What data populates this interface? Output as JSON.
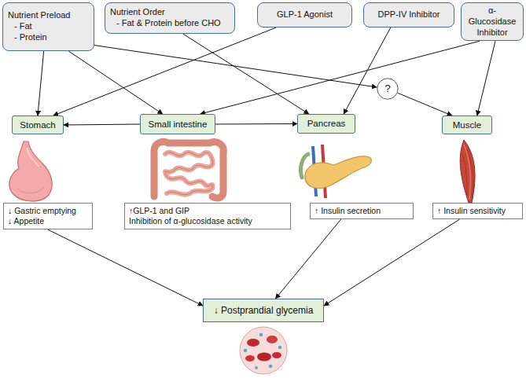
{
  "diagram": {
    "nodes": [
      {
        "text": [
          "Nutrient Preload",
          "- Fat",
          "- Protein"
        ]
      },
      {
        "text": [
          "Nutrient Order",
          "- Fat & Protein before CHO"
        ]
      },
      {
        "text": [
          "GLP-1 Agonist"
        ]
      },
      {
        "text": [
          "DPP-IV Inhibitor"
        ]
      },
      {
        "text": [
          "α-Glucosidase Inhibitor"
        ]
      },
      {
        "text": [
          "Stomach"
        ]
      },
      {
        "text": [
          "Small intestine"
        ]
      },
      {
        "text": [
          "Pancreas"
        ]
      },
      {
        "text": [
          "Muscle"
        ]
      },
      {
        "text": [
          "?"
        ]
      },
      {
        "text": [
          "↓ Gastric emptying",
          "↓ Appetite"
        ]
      },
      {
        "text": [
          "↑GLP-1 and GIP",
          "Inhibition of α-glucosidase activity"
        ]
      },
      {
        "text": [
          "↑ Insulin secretion"
        ]
      },
      {
        "text": [
          "↑ Insulin sensitivity"
        ]
      },
      {
        "text": [
          "↓ Postprandial glycemia"
        ]
      }
    ],
    "edges": [
      {
        "from": 0,
        "to": 5,
        "arrow": "to"
      },
      {
        "from": 0,
        "to": 6,
        "arrow": "to"
      },
      {
        "from": 0,
        "to": 9,
        "arrow": "to"
      },
      {
        "from": 9,
        "to": 8,
        "arrow": "to"
      },
      {
        "from": 1,
        "to": 7,
        "arrow": "to"
      },
      {
        "from": 2,
        "to": 5,
        "arrow": "to"
      },
      {
        "from": 3,
        "to": 7,
        "arrow": "to"
      },
      {
        "from": 4,
        "to": 6,
        "arrow": "to"
      },
      {
        "from": 4,
        "to": 8,
        "arrow": "to"
      },
      {
        "from": 6,
        "to": 5,
        "arrow": "to"
      },
      {
        "from": 6,
        "to": 7,
        "arrow": "to"
      },
      {
        "from": 10,
        "to": 14,
        "arrow": "to"
      },
      {
        "from": 12,
        "to": 14,
        "arrow": "to"
      },
      {
        "from": 13,
        "to": 14,
        "arrow": "to"
      }
    ]
  }
}
